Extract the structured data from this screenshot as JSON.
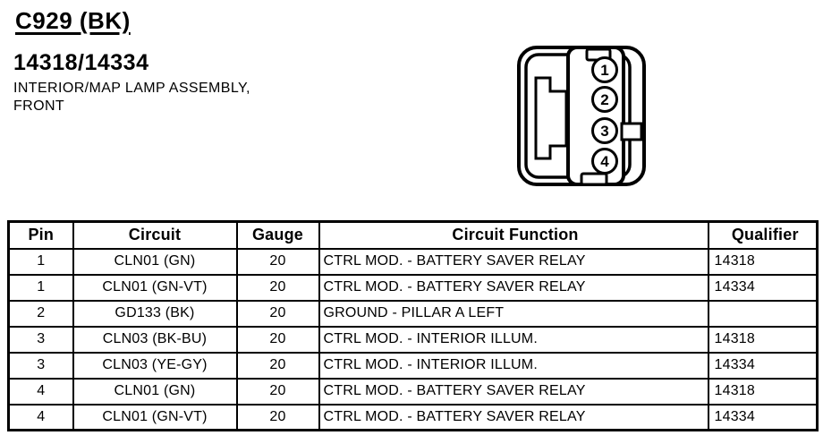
{
  "header": {
    "connector_id": "C929 (BK)",
    "part_numbers": "14318/14334",
    "description_line1": "INTERIOR/MAP LAMP ASSEMBLY,",
    "description_line2": "FRONT"
  },
  "connector_diagram": {
    "pins": [
      "1",
      "2",
      "3",
      "4"
    ]
  },
  "table": {
    "columns": [
      "Pin",
      "Circuit",
      "Gauge",
      "Circuit Function",
      "Qualifier"
    ],
    "rows": [
      [
        "1",
        "CLN01 (GN)",
        "20",
        "CTRL MOD. - BATTERY SAVER RELAY",
        "14318"
      ],
      [
        "1",
        "CLN01 (GN-VT)",
        "20",
        "CTRL MOD. - BATTERY SAVER RELAY",
        "14334"
      ],
      [
        "2",
        "GD133 (BK)",
        "20",
        "GROUND - PILLAR A LEFT",
        ""
      ],
      [
        "3",
        "CLN03 (BK-BU)",
        "20",
        "CTRL MOD. - INTERIOR ILLUM.",
        "14318"
      ],
      [
        "3",
        "CLN03 (YE-GY)",
        "20",
        "CTRL MOD. - INTERIOR ILLUM.",
        "14334"
      ],
      [
        "4",
        "CLN01 (GN)",
        "20",
        "CTRL MOD. - BATTERY SAVER RELAY",
        "14318"
      ],
      [
        "4",
        "CLN01 (GN-VT)",
        "20",
        "CTRL MOD. - BATTERY SAVER RELAY",
        "14334"
      ]
    ]
  },
  "colors": {
    "ink": "#000000",
    "paper": "#ffffff"
  }
}
